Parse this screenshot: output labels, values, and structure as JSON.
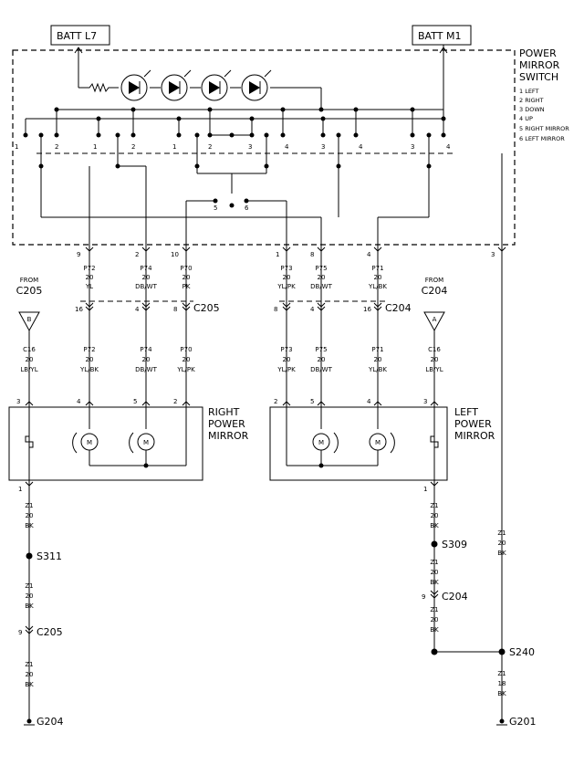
{
  "batt": {
    "left": "BATT L7",
    "right": "BATT M1"
  },
  "switch": {
    "title": [
      "POWER",
      "MIRROR",
      "SWITCH"
    ],
    "legend": [
      "1 LEFT",
      "2 RIGHT",
      "3 DOWN",
      "4 UP",
      "5 RIGHT MIRROR",
      "6 LEFT MIRROR"
    ],
    "contact_nums": [
      "1",
      "2",
      "1",
      "2",
      "1",
      "2",
      "3",
      "4",
      "3",
      "4",
      "3",
      "4"
    ],
    "selector_nums": [
      "5",
      "6"
    ]
  },
  "pins": [
    {
      "pin": "9",
      "circuit": "P72",
      "gauge": "20",
      "color": "YL"
    },
    {
      "pin": "2",
      "circuit": "P74",
      "gauge": "20",
      "color": "DB/WT"
    },
    {
      "pin": "10",
      "circuit": "P70",
      "gauge": "20",
      "color": "PK"
    },
    {
      "pin": "1",
      "circuit": "P73",
      "gauge": "20",
      "color": "YL/PK"
    },
    {
      "pin": "8",
      "circuit": "P75",
      "gauge": "20",
      "color": "DB/WT"
    },
    {
      "pin": "4",
      "circuit": "P71",
      "gauge": "20",
      "color": "YL/BK"
    },
    {
      "pin": "3"
    }
  ],
  "connectors": {
    "c205": {
      "name": "C205",
      "pins": [
        "16",
        "4",
        "8"
      ]
    },
    "c204": {
      "name": "C204",
      "pins": [
        "8",
        "4",
        "16"
      ]
    }
  },
  "lower_wires": [
    {
      "circuit": "P72",
      "gauge": "20",
      "color": "YL/BK"
    },
    {
      "circuit": "P74",
      "gauge": "20",
      "color": "DB/WT"
    },
    {
      "circuit": "P70",
      "gauge": "20",
      "color": "YL/PK"
    },
    {
      "circuit": "P73",
      "gauge": "20",
      "color": "YL/PK"
    },
    {
      "circuit": "P75",
      "gauge": "20",
      "color": "DB/WT"
    },
    {
      "circuit": "P71",
      "gauge": "20",
      "color": "YL/BK"
    }
  ],
  "from_left": {
    "label": "FROM",
    "conn": "C205",
    "tag": "B",
    "circuit": "C16",
    "gauge": "20",
    "color": "LB/YL"
  },
  "from_right": {
    "label": "FROM",
    "conn": "C204",
    "tag": "A",
    "circuit": "C16",
    "gauge": "20",
    "color": "LB/YL"
  },
  "mirror_right": {
    "title": [
      "RIGHT",
      "POWER",
      "MIRROR"
    ],
    "pins": [
      "3",
      "4",
      "5",
      "2"
    ],
    "bottom_pin": "1"
  },
  "mirror_left": {
    "title": [
      "LEFT",
      "POWER",
      "MIRROR"
    ],
    "pins": [
      "2",
      "5",
      "4",
      "3"
    ],
    "bottom_pin": "1"
  },
  "motor_label": "M",
  "ground_left": {
    "wire": [
      "Z1",
      "20",
      "BK"
    ],
    "splice": "S311",
    "conn_pin": "9",
    "conn": "C205",
    "ground": "G204"
  },
  "ground_right": {
    "wire": [
      "Z1",
      "20",
      "BK"
    ],
    "splice": "S309",
    "conn_pin": "9",
    "conn": "C204",
    "junction": "S240",
    "wire_out": [
      "Z1",
      "18",
      "BK"
    ],
    "ground": "G201"
  },
  "switch_ground_wire": [
    "Z1",
    "20",
    "BK"
  ]
}
